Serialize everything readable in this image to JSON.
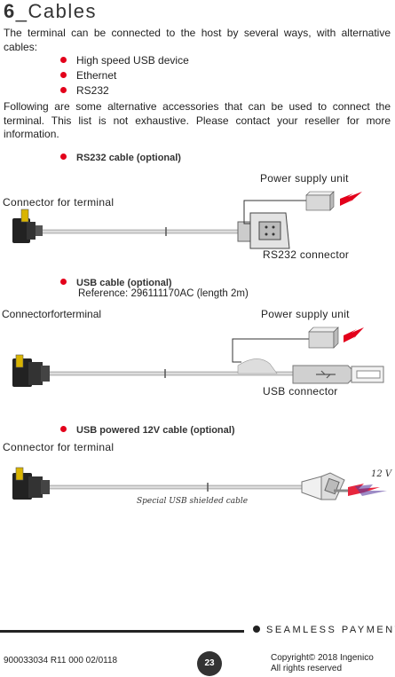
{
  "heading": {
    "number": "6",
    "text": "_Cables"
  },
  "intro": "The terminal can be connected to the host by several ways, with alternative cables:",
  "options": [
    "High speed USB device",
    "Ethernet",
    "RS232"
  ],
  "following": "Following are some alternative accessories that can be used to connect the terminal. This list is not exhaustive. Please contact your reseller for more information.",
  "cables": {
    "rs232": {
      "title": "RS232 cable (optional)",
      "power_label": "Power supply unit",
      "connector_label": "Connector for terminal",
      "end_label": "RS232 connector"
    },
    "usb": {
      "title": "USB cable (optional)",
      "reference": "Reference: 296111170AC (length 2m)",
      "connector_label": "Connectorforterminal",
      "power_label": "Power supply unit",
      "end_label": "USB connector"
    },
    "usb12v": {
      "title": "USB powered 12V cable (optional)",
      "connector_label": "Connector for terminal",
      "voltage_label": "12 V",
      "cable_caption": "Special USB shielded cable"
    }
  },
  "footer": {
    "brand": "SEAMLESS PAYMENT",
    "doc_ref": "900033034 R11 000 02/0118",
    "page": "23",
    "copyright": "Copyright© 2018 Ingenico",
    "rights": "All rights reserved"
  },
  "colors": {
    "accent": "#e3001b",
    "text": "#222222",
    "badge": "#333333"
  }
}
